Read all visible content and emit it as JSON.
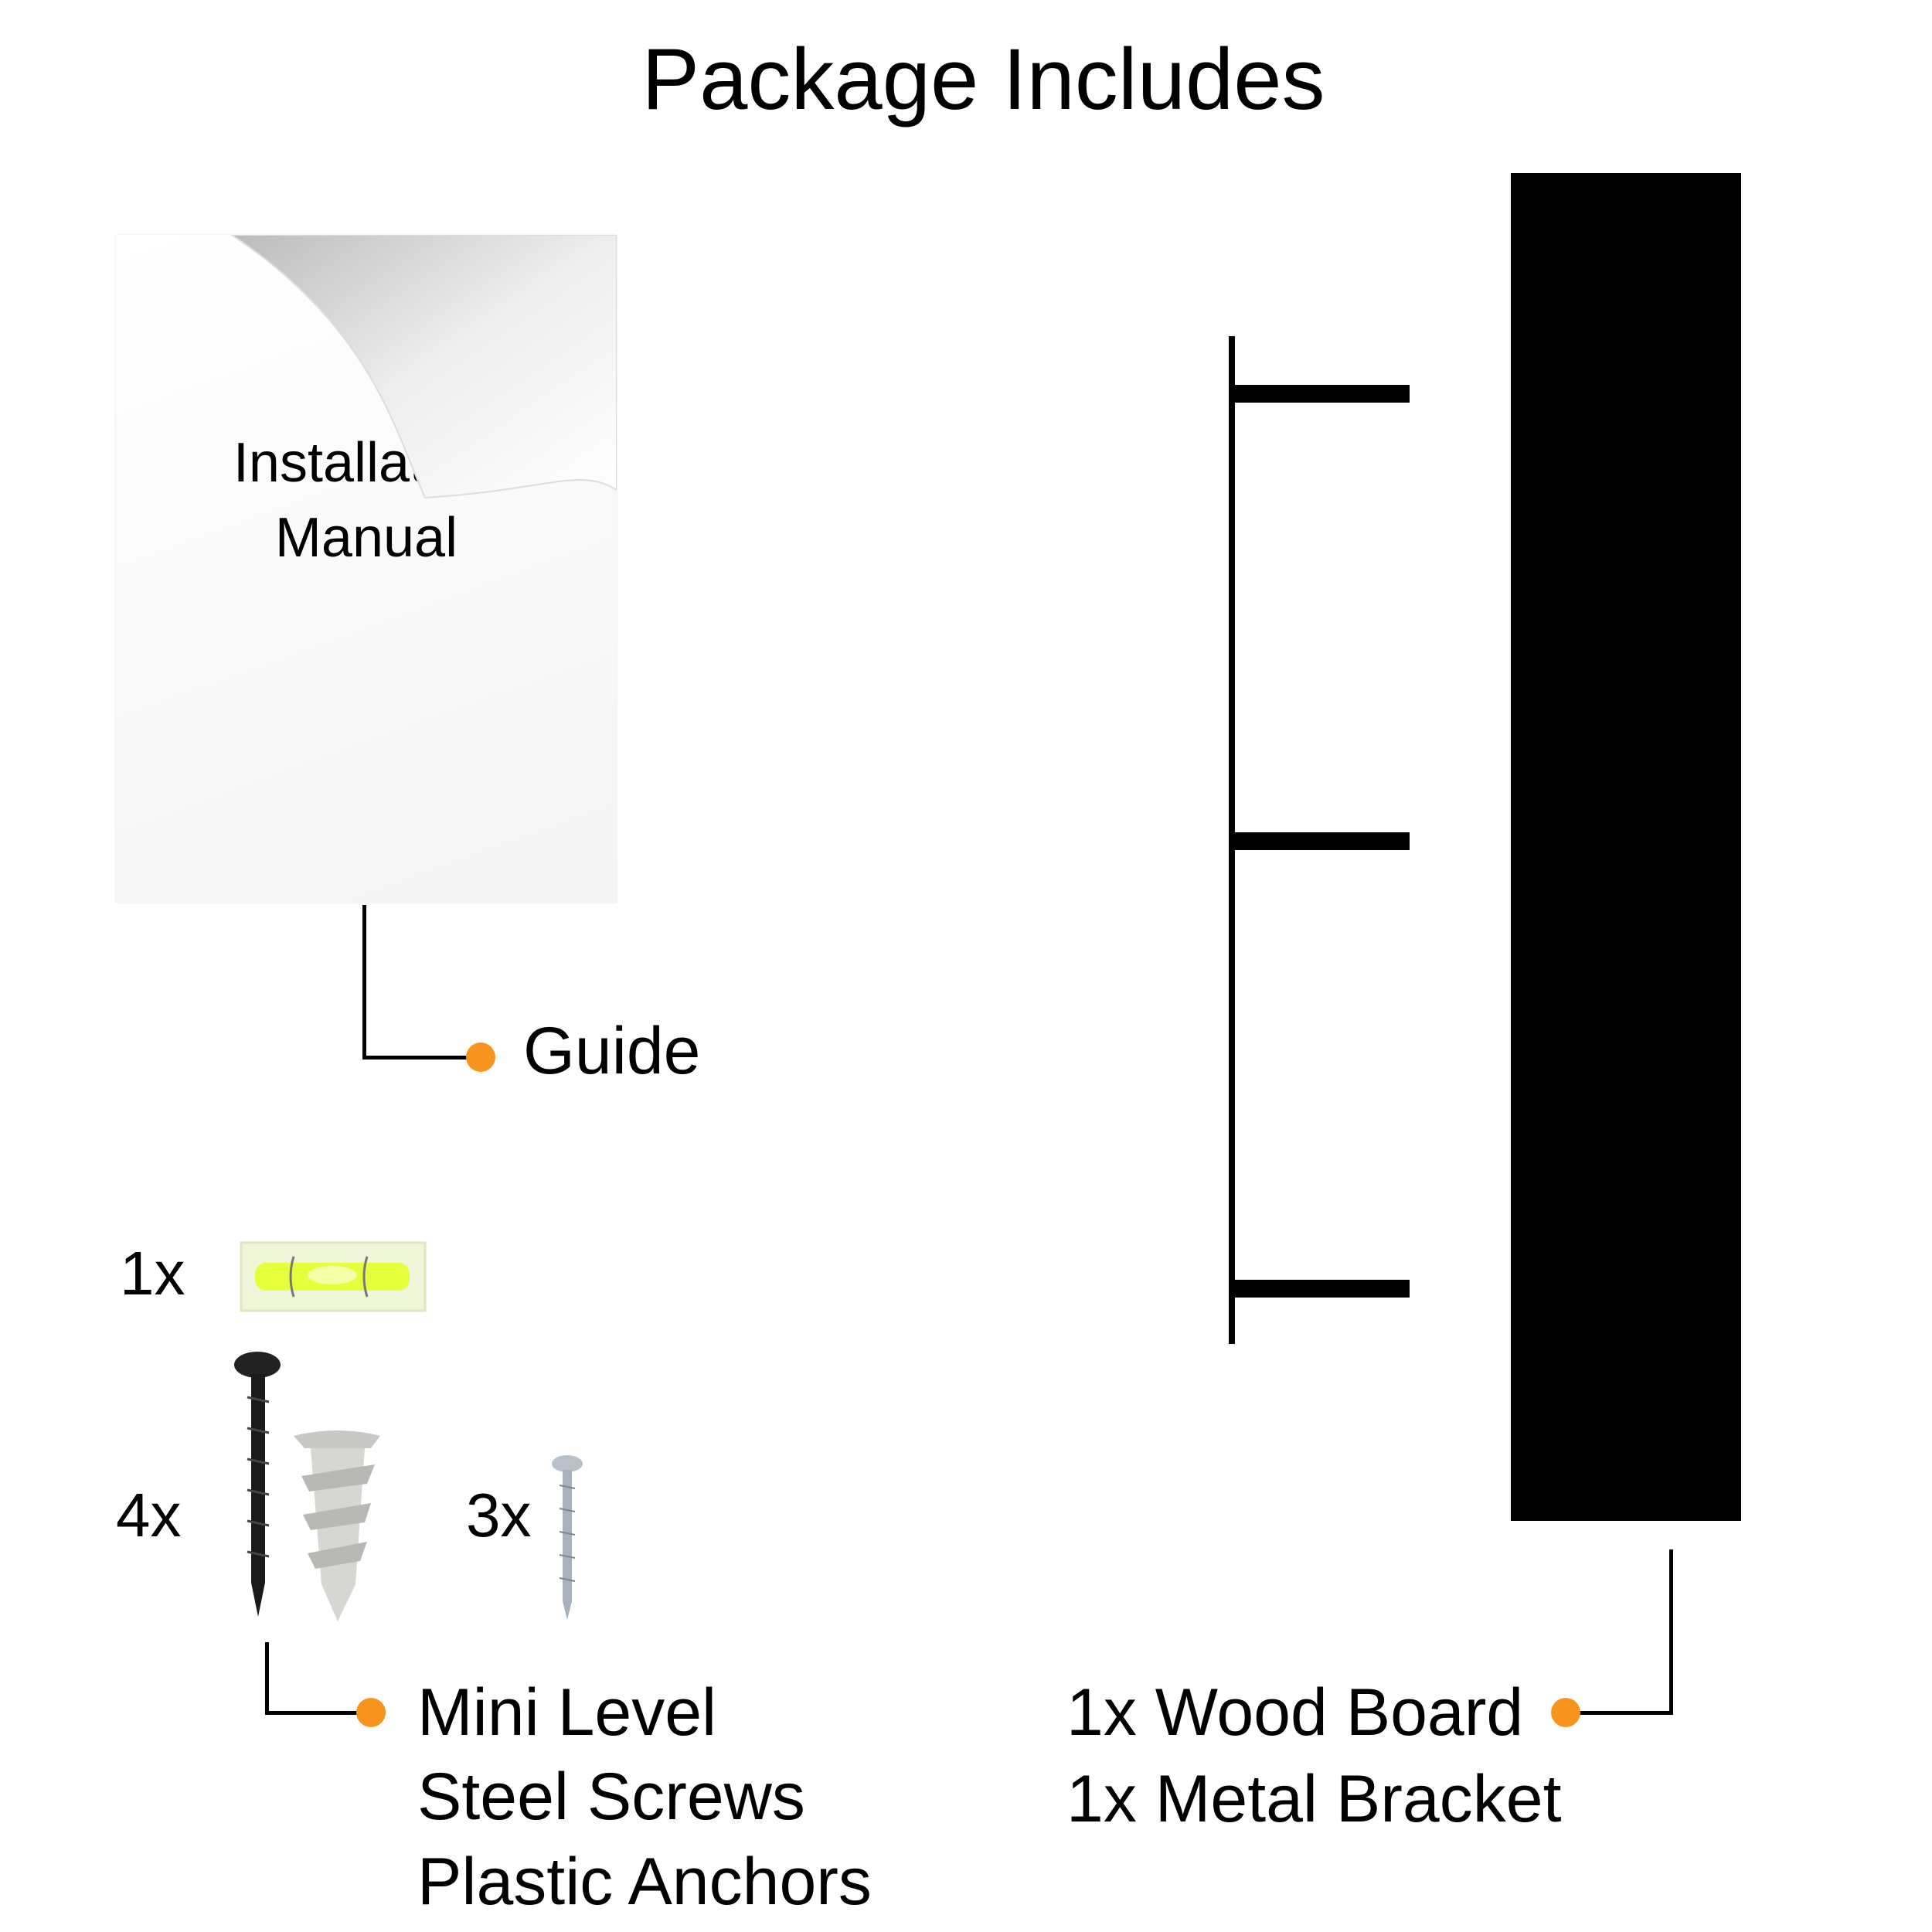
{
  "title": "Package Includes",
  "manual": {
    "line1": "Installation",
    "line2": "Manual"
  },
  "guide": {
    "label": "Guide"
  },
  "hardware": {
    "level_qty": "1x",
    "screws_anchors_qty": "4x",
    "small_screws_qty": "3x",
    "labels": [
      "Mini Level",
      "Steel Screws",
      "Plastic Anchors"
    ]
  },
  "shelf": {
    "labels": [
      "1x Wood Board",
      "1x Metal Bracket"
    ]
  },
  "colors": {
    "accent": "#F7941D",
    "board": "#000000",
    "level_fluid": "#E6FF3C"
  }
}
